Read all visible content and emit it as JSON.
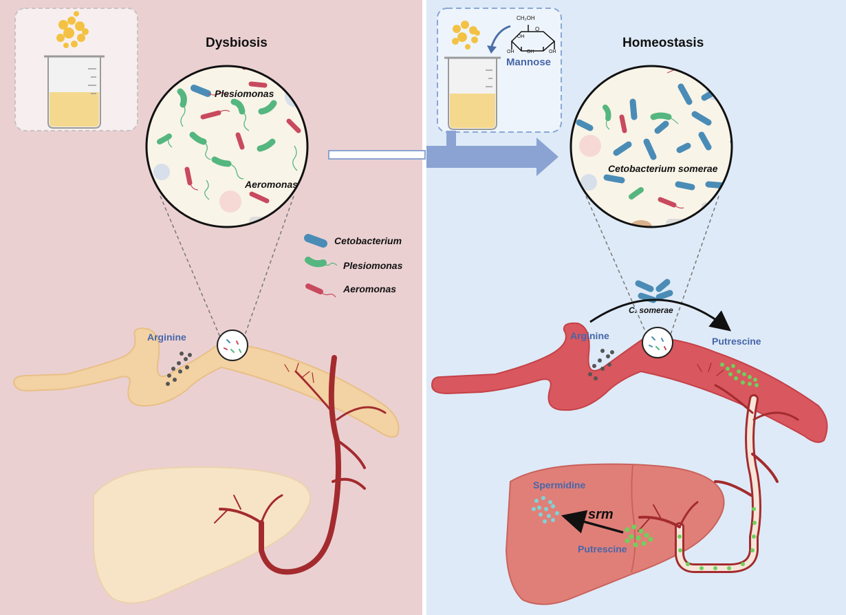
{
  "panels": {
    "left": {
      "title": "Dysbiosis",
      "bg_color": "#ebd0d2"
    },
    "right": {
      "title": "Homeostasis",
      "bg_color": "#deeaf7"
    }
  },
  "left_circle": {
    "labels": [
      "Plesiomonas",
      "Aeromonas"
    ]
  },
  "right_circle": {
    "labels": [
      "Cetobacterium somerae"
    ]
  },
  "supplement": {
    "label": "Mannose",
    "structure_labels": [
      "CH₂OH",
      "O",
      "OH",
      "OH",
      "OH",
      "OH"
    ]
  },
  "legend": {
    "items": [
      {
        "label": "Cetobacterium",
        "color": "#4a8cb6"
      },
      {
        "label": "Plesiomonas",
        "color": "#55b67f"
      },
      {
        "label": "Aeromonas",
        "color": "#c84a5e"
      }
    ]
  },
  "left_gut": {
    "metabolite": "Arginine"
  },
  "right_gut": {
    "arginine": "Arginine",
    "putrescine": "Putrescine",
    "bacterium": "C. somerae"
  },
  "right_liver": {
    "spermidine": "Spermidine",
    "enzyme": "srm",
    "putrescine": "Putrescine"
  },
  "colors": {
    "gut_healthy": "#d9575e",
    "gut_dysbiosis": "#f3d2a3",
    "liver_healthy": "#e07f78",
    "liver_dysbiosis": "#f7e4c6",
    "vessel": "#a32b2e",
    "arrow_blue": "#4a6fa8"
  }
}
